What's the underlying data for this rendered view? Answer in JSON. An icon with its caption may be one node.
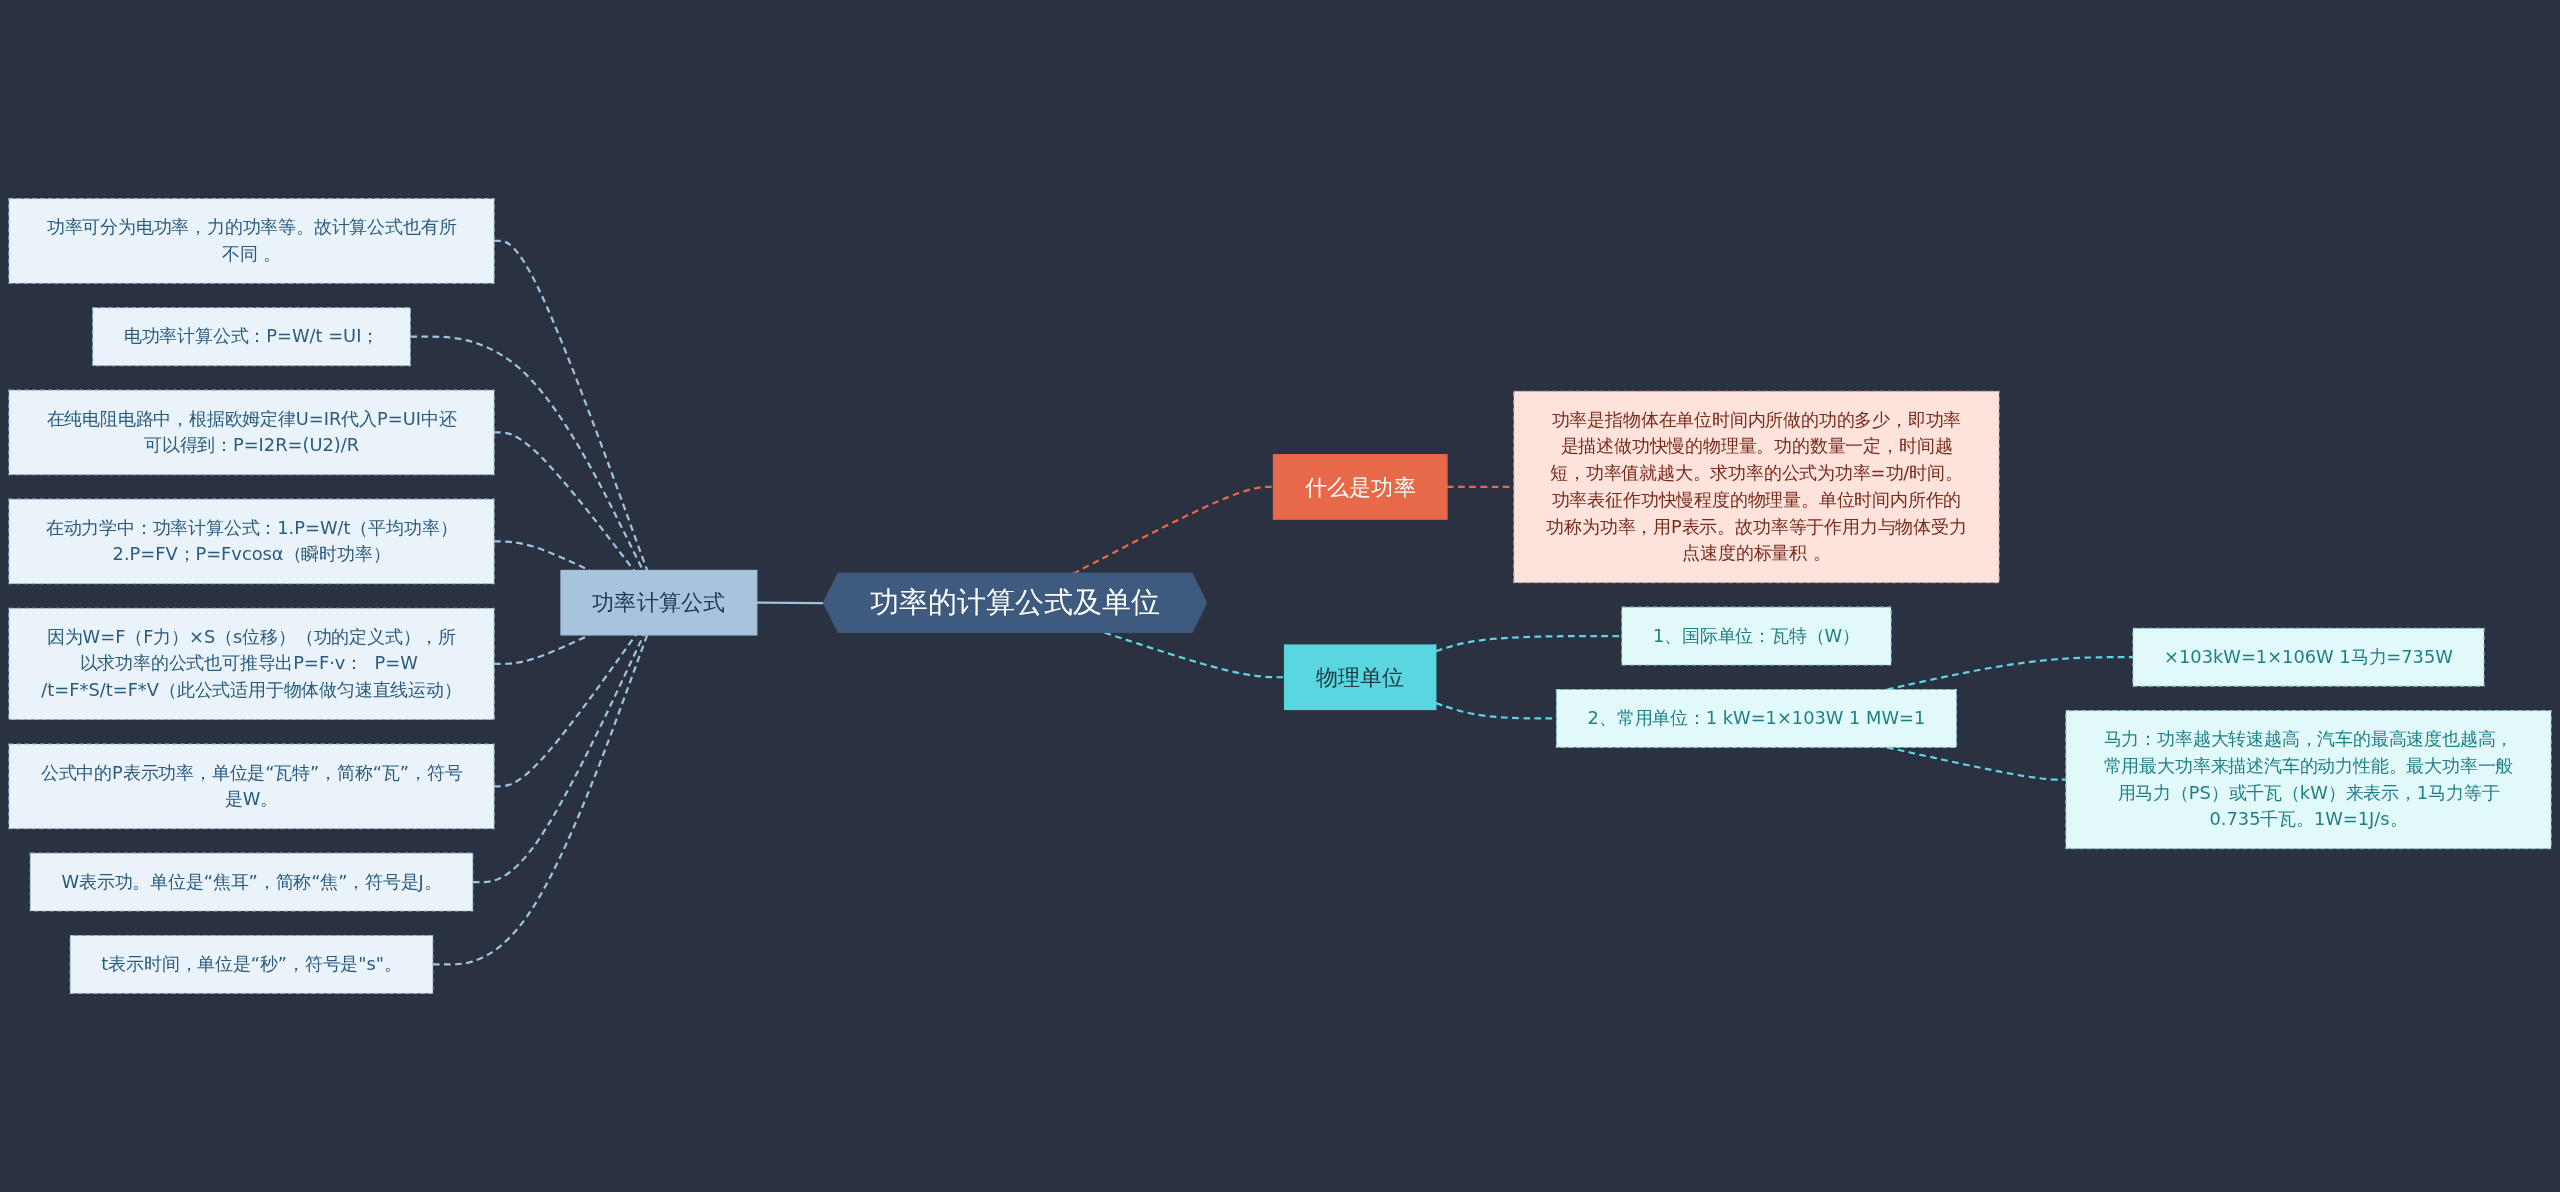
{
  "diagram": {
    "nodes": [
      {
        "text": [
          "功率的计算公式及单位"
        ]
      },
      {
        "text": [
          "功率计算公式"
        ]
      },
      {
        "text": [
          "功率可分为电功率，力的功率等。故计算公式也有所不同 。"
        ]
      },
      {
        "text": [
          "电功率计算公式：P=W/t =UI；"
        ]
      },
      {
        "text": [
          "在纯电阻电路中，根据欧姆定律U=IR代入P=UI中还可以得到：P=I2R=(U2)/R"
        ]
      },
      {
        "text": [
          "在动力学中：功率计算公式：1.P=W/t（平均功率）2.P=FV；P=Fvcosα（瞬时功率）"
        ]
      },
      {
        "text": [
          "因为W=F（F力）×S（s位移）（功的定义式），所以求功率的公式也可推导出P=F·v：  P=W /t=F*S/t=F*V（此公式适用于物体做匀速直线运动）"
        ]
      },
      {
        "text": [
          "公式中的P表示功率，单位是“瓦特”，简称“瓦”，符号是W。"
        ]
      },
      {
        "text": [
          "W表示功。单位是“焦耳”，简称“焦”，符号是J。"
        ]
      },
      {
        "text": [
          "t表示时间，单位是“秒”，符号是\"s\"。"
        ]
      },
      {
        "text": [
          "什么是功率"
        ]
      },
      {
        "text": [
          "功率是指物体在单位时间内所做的功的多少，即功率是描述做功快慢的物理量。功的数量一定，时间越短，功率值就越大。求功率的公式为功率=功/时间。功率表征作功快慢程度的物理量。单位时间内所作的功称为功率，用P表示。故功率等于作用力与物体受力点速度的标量积 。"
        ]
      },
      {
        "text": [
          "物理单位"
        ]
      },
      {
        "text": [
          "1、国际单位：瓦特（W）"
        ]
      },
      {
        "text": [
          "2、常用单位：1 kW=1×103W 1 MW=1"
        ]
      },
      {
        "text": [
          "×103kW=1×106W 1马力=735W"
        ]
      },
      {
        "text": [
          "马力：功率越大转速越高，汽车的最高速度也越高，常用最大功率来描述汽车的动力性能。最大功率一般用马力（PS）或千瓦（kW）来表示，1马力等于0.735千瓦。1W=1J/s。"
        ]
      }
    ],
    "edges": [
      {
        "from": 2,
        "to": 1,
        "arrow": "none",
        "style": "dashed"
      },
      {
        "from": 3,
        "to": 1,
        "arrow": "none",
        "style": "dashed"
      },
      {
        "from": 4,
        "to": 1,
        "arrow": "none",
        "style": "dashed"
      },
      {
        "from": 5,
        "to": 1,
        "arrow": "none",
        "style": "dashed"
      },
      {
        "from": 6,
        "to": 1,
        "arrow": "none",
        "style": "dashed"
      },
      {
        "from": 7,
        "to": 1,
        "arrow": "none",
        "style": "dashed"
      },
      {
        "from": 8,
        "to": 1,
        "arrow": "none",
        "style": "dashed"
      },
      {
        "from": 9,
        "to": 1,
        "arrow": "none",
        "style": "dashed"
      },
      {
        "from": 1,
        "to": 0,
        "arrow": "none"
      },
      {
        "from": 0,
        "to": 10,
        "arrow": "none",
        "style": "dashed",
        "color": "#e8684a"
      },
      {
        "from": 10,
        "to": 11,
        "arrow": "none",
        "style": "dashed",
        "color": "#e8684a"
      },
      {
        "from": 0,
        "to": 12,
        "arrow": "none",
        "style": "dashed",
        "color": "#5fd3e0"
      },
      {
        "from": 12,
        "to": 13,
        "arrow": "none",
        "style": "dashed",
        "color": "#5fd3e0"
      },
      {
        "from": 12,
        "to": 14,
        "arrow": "none",
        "style": "dashed",
        "color": "#5fd3e0"
      },
      {
        "from": 14,
        "to": 15,
        "arrow": "none",
        "style": "dashed",
        "color": "#5fd3e0"
      },
      {
        "from": 14,
        "to": 16,
        "arrow": "none",
        "style": "dashed",
        "color": "#5fd3e0"
      }
    ]
  }
}
